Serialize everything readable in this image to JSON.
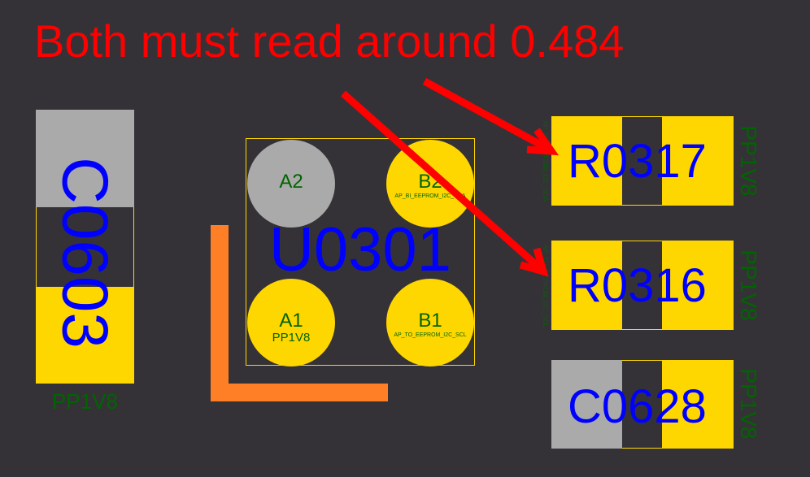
{
  "annotation": "Both must read around 0.484",
  "colors": {
    "pad": "#ffd700",
    "ground_pad": "#aaaaaa",
    "ref": "#0000ff",
    "net": "#006400",
    "annotation": "#ff0000",
    "trace": "#ff7f27"
  },
  "components": {
    "c0603": {
      "ref": "C0603",
      "net": "PP1V8"
    },
    "u0301": {
      "ref": "U0301",
      "pins": [
        {
          "pin": "A2",
          "net": ""
        },
        {
          "pin": "B2",
          "net": "AP_BI_EEPROM_I2C_SDA"
        },
        {
          "pin": "A1",
          "net": "PP1V8"
        },
        {
          "pin": "B1",
          "net": "AP_TO_EEPROM_I2C_SCL"
        }
      ]
    },
    "r0317": {
      "ref": "R0317",
      "net_left": "AP_BI_EEPROM_I2C_SDA",
      "net_right": "PP1V8"
    },
    "r0316": {
      "ref": "R0316",
      "net_left": "AP_TO_EEPROM_I2C_SCL",
      "net_right": "PP1V8"
    },
    "c0628": {
      "ref": "C0628",
      "net_right": "PP1V8"
    }
  }
}
